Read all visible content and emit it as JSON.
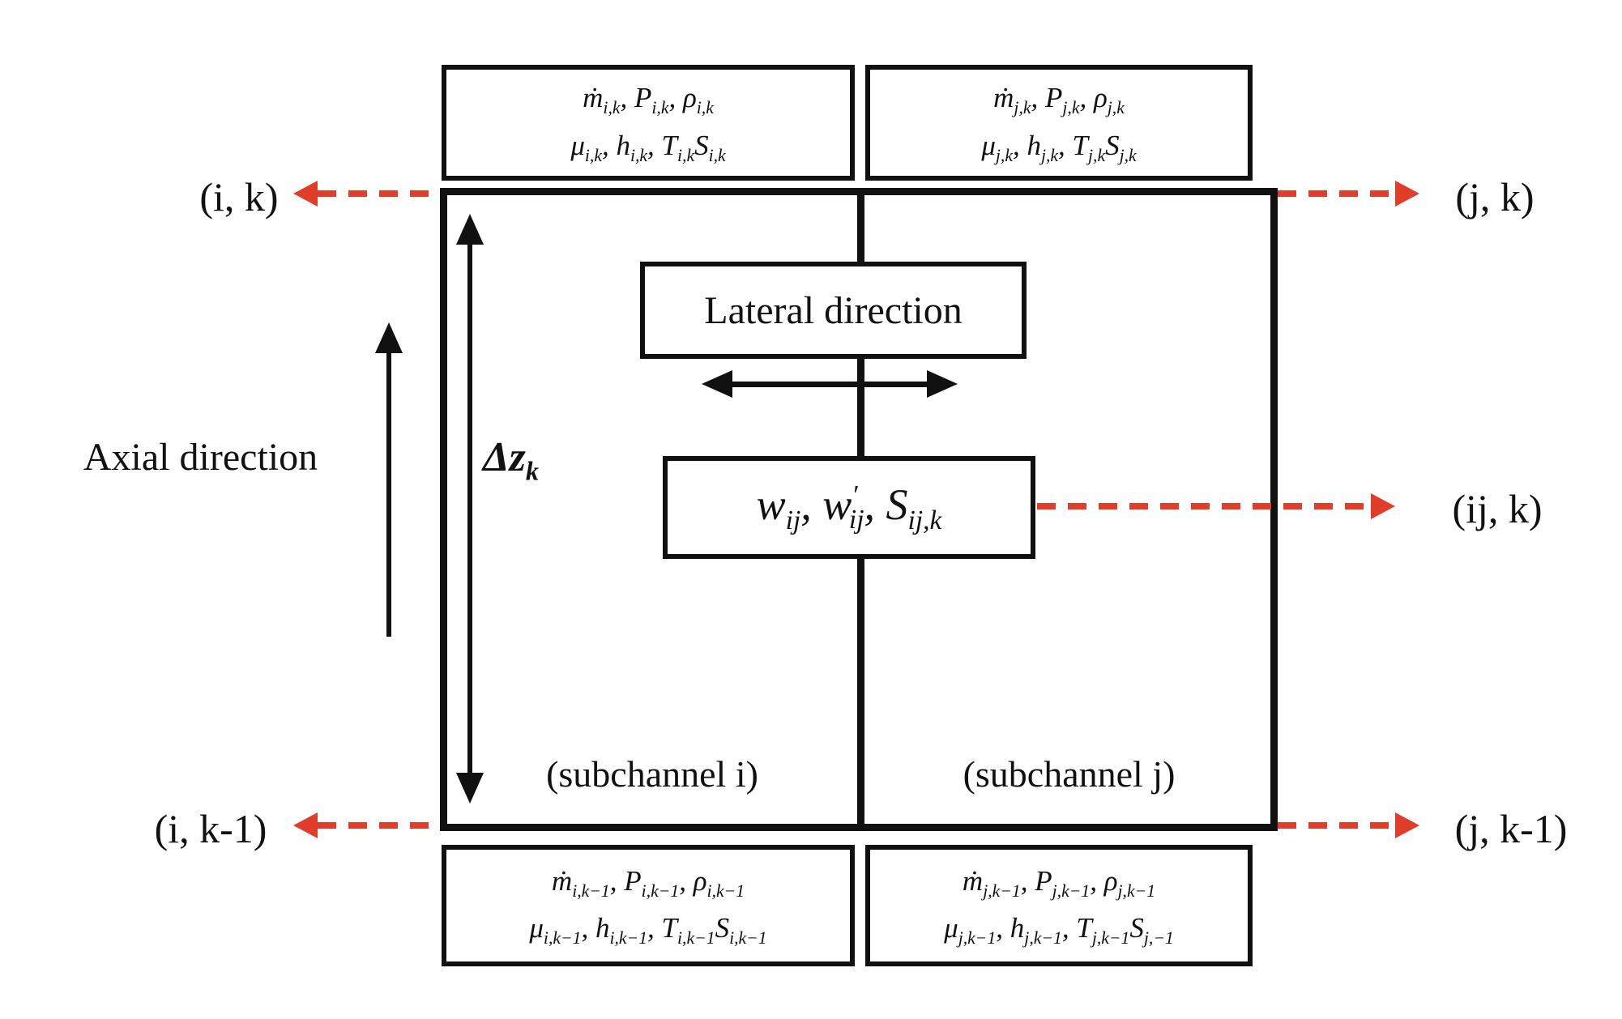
{
  "colors": {
    "ink": "#111111",
    "accent_red": "#e03e2b"
  },
  "directions": {
    "axial_label": "Axial direction",
    "lateral_label": "Lateral direction",
    "dz_label": "Δz_{k}"
  },
  "control_volume": {
    "subchannel_left_label": "(subchannel i)",
    "subchannel_right_label": "(subchannel j)",
    "crossflow_terms": "w_{ij}, w^{′}_{ij}, S_{ij,k}"
  },
  "state_boxes": {
    "top_left": {
      "line1": "ṁ_{i,k}, P_{i,k}, ρ_{i,k}",
      "line2": "μ_{i,k}, h_{i,k}, T_{i,k}S_{i,k}"
    },
    "top_right": {
      "line1": "ṁ_{j,k}, P_{j,k}, ρ_{j,k}",
      "line2": "μ_{j,k}, h_{j,k}, T_{j,k}S_{j,k}"
    },
    "bottom_left": {
      "line1": "ṁ_{i,k−1}, P_{i,k−1}, ρ_{i,k−1}",
      "line2": "μ_{i,k−1}, h_{i,k−1}, T_{i,k−1}S_{i,k−1}"
    },
    "bottom_right": {
      "line1": "ṁ_{j,k−1}, P_{j,k−1}, ρ_{j,k−1}",
      "line2": "μ_{j,k−1}, h_{j,k−1}, T_{j,k−1}S_{j,−1}"
    }
  },
  "node_labels": {
    "top_left": "(i, k)",
    "top_right": "(j, k)",
    "mid_right": "(ij, k)",
    "bottom_left": "(i, k-1)",
    "bottom_right": "(j, k-1)"
  }
}
